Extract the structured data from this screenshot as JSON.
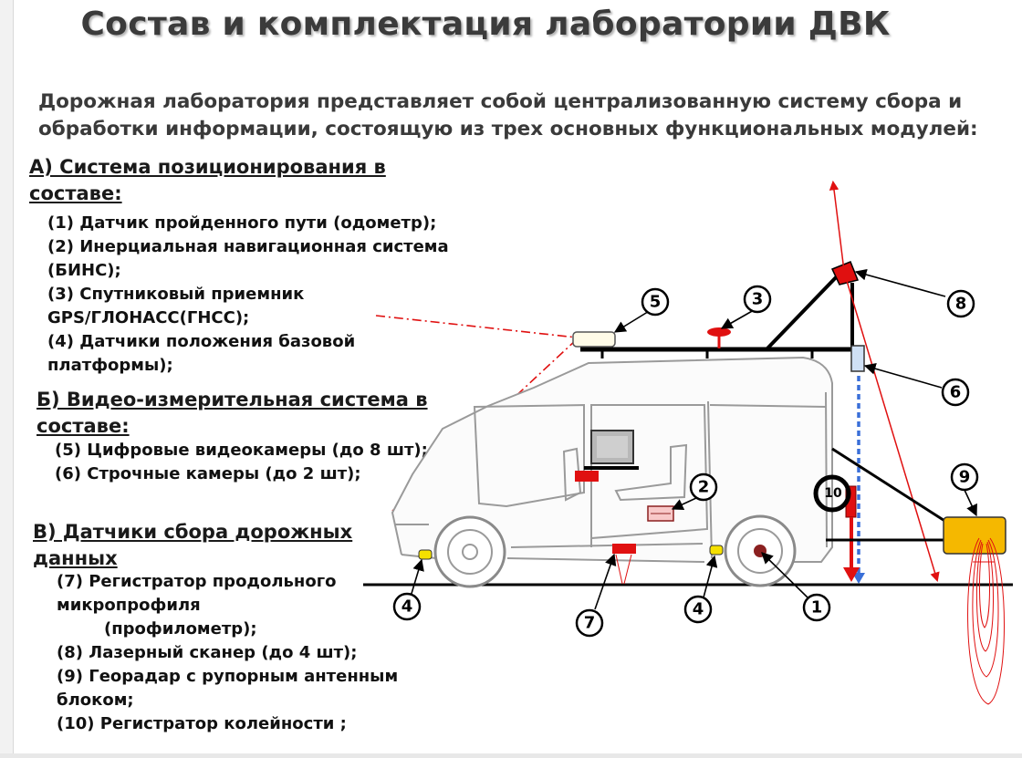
{
  "title": "Состав и комплектация лаборатории ДВК",
  "intro": "Дорожная лаборатория представляет собой централизованную систему сбора и обработки информации, состоящую из трех основных функциональных модулей:",
  "section_a": {
    "heading_l1": "А) Система позиционирования в",
    "heading_l2": "составе:",
    "lines": [
      "(1)   Датчик пройденного пути (одометр);",
      "(2)   Инерциальная навигационная система",
      "(БИНС);",
      "(3)   Спутниковый приемник",
      "GPS/ГЛОНАСС(ГНСС);",
      "(4)   Датчики положения базовой",
      "платформы);"
    ]
  },
  "section_b": {
    "heading_l1": "Б) Видео-измерительная система в",
    "heading_l2": "составе:",
    "lines": [
      "(5)   Цифровые видеокамеры (до 8 шт);",
      "(6)   Строчные камеры (до 2 шт);"
    ]
  },
  "section_c": {
    "heading_l1": "В) Датчики сбора дорожных",
    "heading_l2": "данных",
    "lines": [
      "(7)   Регистратор продольного",
      "микропрофиля",
      "(профилометр);",
      "(8)   Лазерный сканер (до 4 шт);",
      "(9)   Георадар с рупорным антенным",
      "блоком;",
      "(10) Регистратор колейности ;"
    ]
  },
  "callouts": [
    "1",
    "2",
    "3",
    "4",
    "4",
    "5",
    "6",
    "7",
    "8",
    "9",
    "10"
  ],
  "colors": {
    "accent_red": "#e01010",
    "radar_yellow": "#f5b800",
    "line_blue": "#3a6fd8"
  }
}
